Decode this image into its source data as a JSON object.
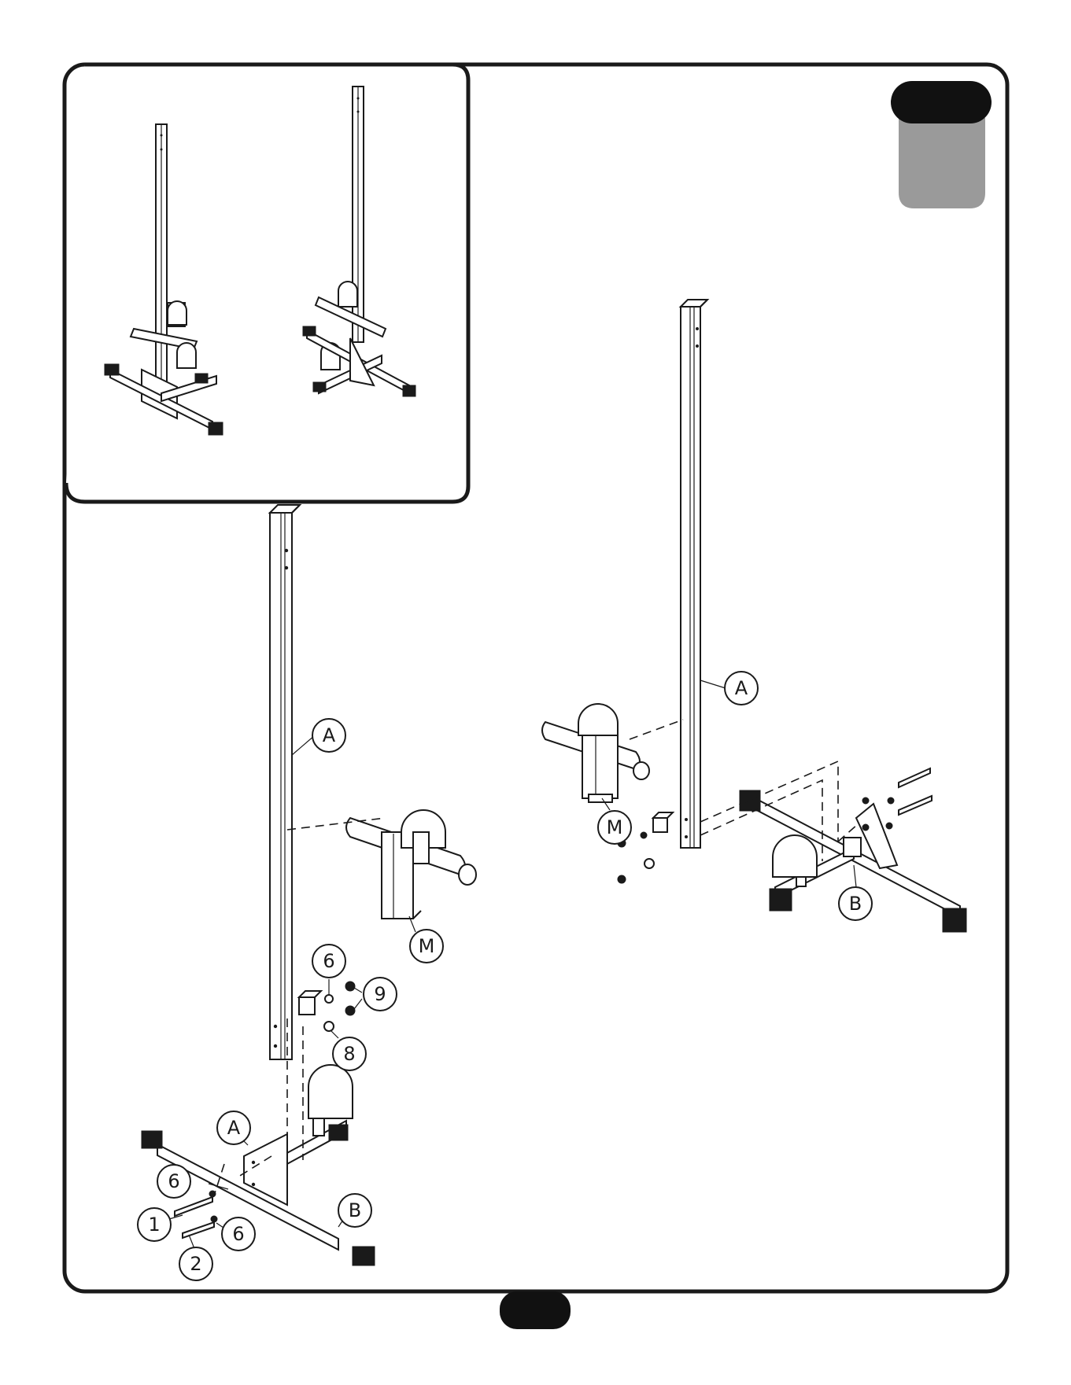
{
  "colors": {
    "ink": "#1a1a1a",
    "tab_dark": "#111111",
    "tab_gray": "#9a9a9a",
    "paper": "#ffffff"
  },
  "callouts": {
    "left_post": "A",
    "left_bracket": "M",
    "left_washer_top": "6",
    "left_nuts": "9",
    "left_washer_large": "8",
    "left_base_plate": "A",
    "left_washer_mid": "6",
    "left_bolt_long": "1",
    "left_washer_low": "6",
    "left_base": "B",
    "left_bolt_short": "2",
    "right_post": "A",
    "right_bracket": "M",
    "right_base": "B"
  }
}
